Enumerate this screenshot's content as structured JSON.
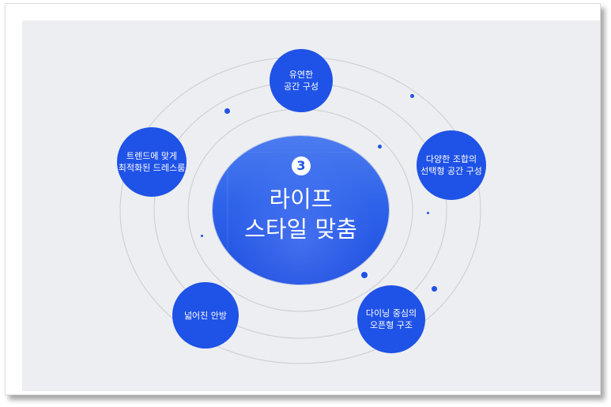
{
  "center": {
    "badge": "3",
    "title_line1": "라이프",
    "title_line2": "스타일 맞춤"
  },
  "nodes": [
    {
      "id": "top",
      "line1": "유연한",
      "line2": "공간 구성"
    },
    {
      "id": "right",
      "line1": "다양한 조합의",
      "line2": "선택형 공간 구성"
    },
    {
      "id": "bottom-right",
      "line1": "다이닝 중심의",
      "line2": "오픈형 구조"
    },
    {
      "id": "bottom-left",
      "line1": "넓어진 안방",
      "line2": ""
    },
    {
      "id": "left",
      "line1": "트렌드에 맞게",
      "line2": "최적화된 드레스룸"
    }
  ],
  "colors": {
    "accent": "#1f52e6",
    "background": "#eceef1",
    "ring": "#c9ccd2",
    "text_on_accent": "#ffffff"
  }
}
